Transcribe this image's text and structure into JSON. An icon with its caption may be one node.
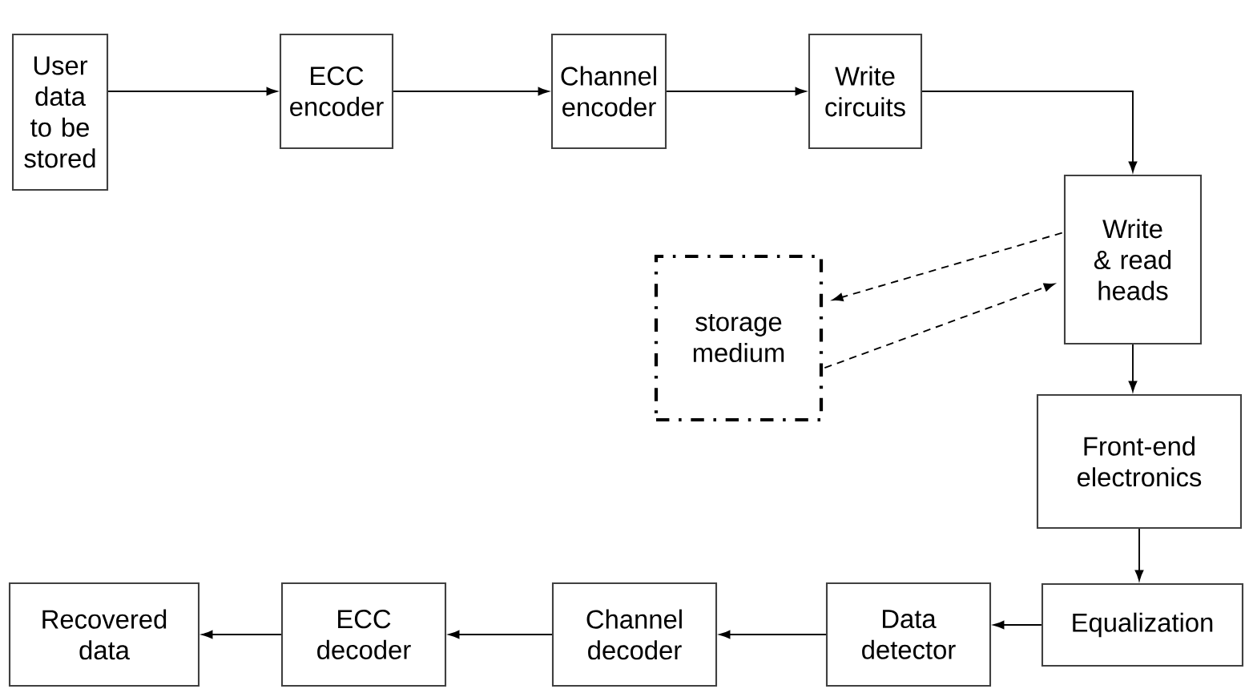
{
  "diagram": {
    "nodes": [
      {
        "text": [
          "User data to be stored"
        ]
      },
      {
        "text": [
          "ECC encoder"
        ]
      },
      {
        "text": [
          "Channel encoder"
        ]
      },
      {
        "text": [
          "Write circuits"
        ]
      },
      {
        "text": [
          "Write & read heads"
        ]
      },
      {
        "text": [
          "storage medium"
        ]
      },
      {
        "text": [
          "Front-end electronics"
        ]
      },
      {
        "text": [
          "Equalization"
        ]
      },
      {
        "text": [
          "Data detector"
        ]
      },
      {
        "text": [
          "Channel decoder"
        ]
      },
      {
        "text": [
          "ECC decoder"
        ]
      },
      {
        "text": [
          "Recovered data"
        ]
      }
    ],
    "edges": [
      {
        "from": 0,
        "to": 1,
        "arrow": "to"
      },
      {
        "from": 1,
        "to": 2,
        "arrow": "to"
      },
      {
        "from": 2,
        "to": 3,
        "arrow": "to"
      },
      {
        "from": 3,
        "to": 4,
        "arrow": "to"
      },
      {
        "from": 4,
        "to": 5,
        "arrow": "to",
        "style": "dashed"
      },
      {
        "from": 5,
        "to": 4,
        "arrow": "to",
        "style": "dashed"
      },
      {
        "from": 4,
        "to": 6,
        "arrow": "to"
      },
      {
        "from": 6,
        "to": 7,
        "arrow": "to"
      },
      {
        "from": 7,
        "to": 8,
        "arrow": "to"
      },
      {
        "from": 8,
        "to": 9,
        "arrow": "to"
      },
      {
        "from": 9,
        "to": 10,
        "arrow": "to"
      },
      {
        "from": 10,
        "to": 11,
        "arrow": "to"
      }
    ]
  }
}
